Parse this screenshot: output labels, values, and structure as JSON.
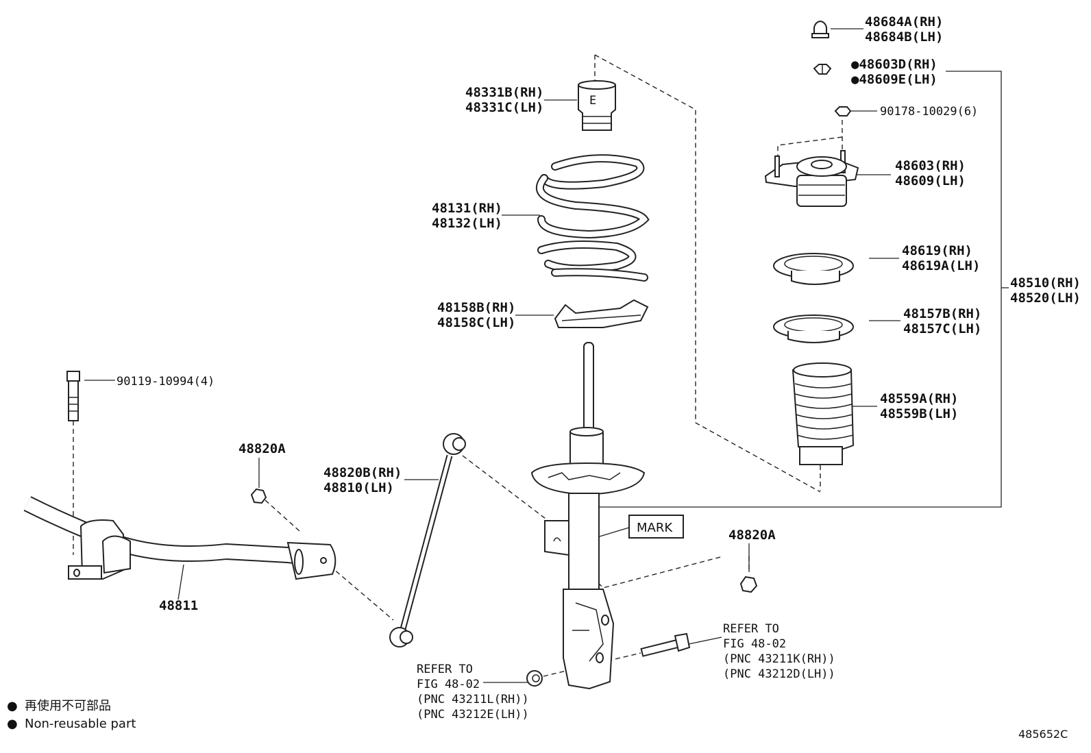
{
  "diagram": {
    "figure_number": "485652C",
    "legend": {
      "marker": "●",
      "japanese": "再使用不可部品",
      "english": "Non-reusable part"
    },
    "callouts": {
      "c48684": [
        "48684A(RH)",
        "48684B(LH)"
      ],
      "c48603d": [
        "●48603D(RH)",
        "●48609E(LH)"
      ],
      "c90178": [
        "90178-10029(6)"
      ],
      "c48603": [
        "48603(RH)",
        "48609(LH)"
      ],
      "c48619": [
        "48619(RH)",
        "48619A(LH)"
      ],
      "c48510": [
        "48510(RH)",
        "48520(LH)"
      ],
      "c48157": [
        "48157B(RH)",
        "48157C(LH)"
      ],
      "c48559": [
        "48559A(RH)",
        "48559B(LH)"
      ],
      "c48331": [
        "48331B(RH)",
        "48331C(LH)"
      ],
      "c48131": [
        "48131(RH)",
        "48132(LH)"
      ],
      "c48158": [
        "48158B(RH)",
        "48158C(LH)"
      ],
      "c90119": [
        "90119-10994(4)"
      ],
      "c48820a_left": [
        "48820A"
      ],
      "c48820b": [
        "48820B(RH)",
        "48810(LH)"
      ],
      "c48811": [
        "48811"
      ],
      "c48820a_right": [
        "48820A"
      ],
      "mark": [
        "MARK"
      ],
      "refer_right": [
        "REFER TO",
        "FIG 48-02",
        "(PNC 43211K(RH))",
        "(PNC 43212D(LH))"
      ],
      "refer_bottom": [
        "REFER TO",
        "FIG 48-02",
        "(PNC 43211L(RH))",
        "(PNC 43212E(LH))"
      ]
    }
  }
}
